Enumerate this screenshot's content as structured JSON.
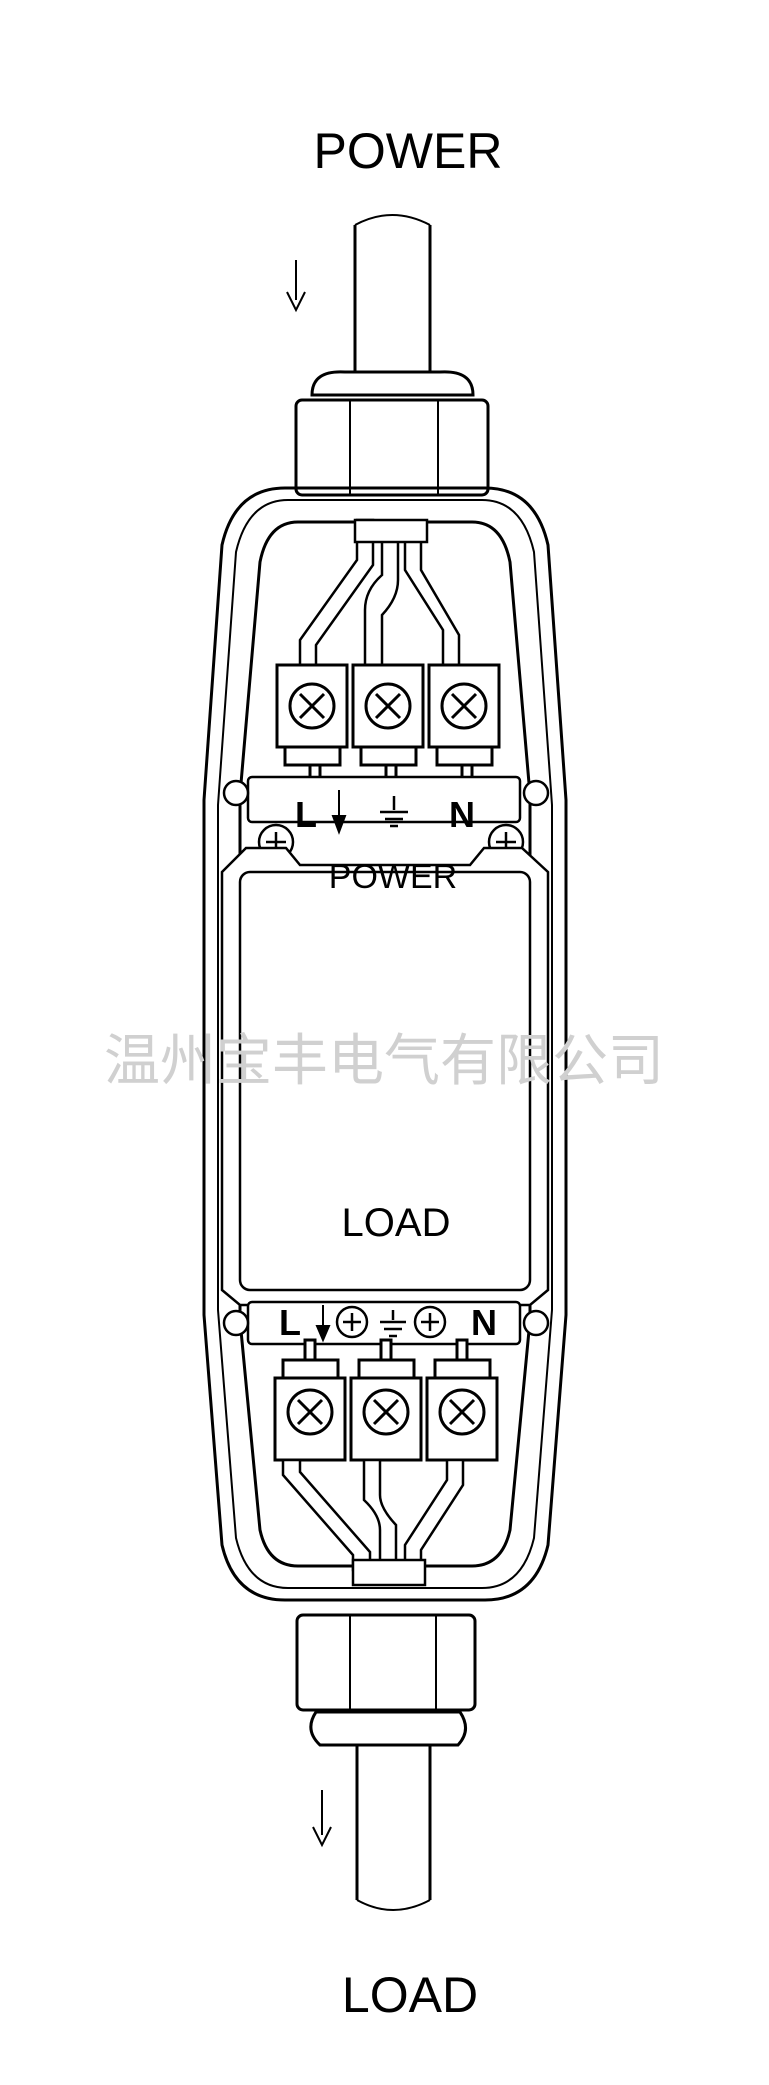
{
  "labels": {
    "top_power": "POWER",
    "bottom_load": "LOAD",
    "inner_power": "POWER",
    "inner_load": "LOAD",
    "watermark": "温州宝丰电气有限公司"
  },
  "top_terminal_labels": {
    "line": "L",
    "neutral": "N"
  },
  "bottom_terminal_labels": {
    "line": "L",
    "neutral": "N"
  },
  "symbols": {
    "flow_arrow": "down-arrow-icon",
    "ground": "ground-icon",
    "terminal_screw": "cross-screw-icon",
    "plus_screw": "plus-screw-icon"
  },
  "colors": {
    "line": "#000000",
    "background": "#ffffff",
    "watermark": "#d0d0d0"
  }
}
